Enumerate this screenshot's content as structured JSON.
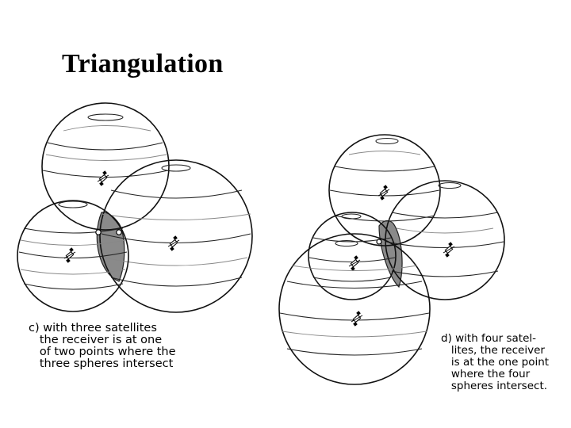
{
  "title": "Triangulation",
  "caption_c": "c) with three satellites\n   the receiver is at one\n   of two points where the\n   three spheres intersect",
  "caption_d": "d) with four satel-\n   lites, the receiver\n   is at the one point\n   where the four\n   spheres intersect.",
  "colors": {
    "lens": "#8a8a8a",
    "ink": "#111111"
  },
  "icons": [
    "satellite-icon",
    "receiver-point-icon"
  ]
}
